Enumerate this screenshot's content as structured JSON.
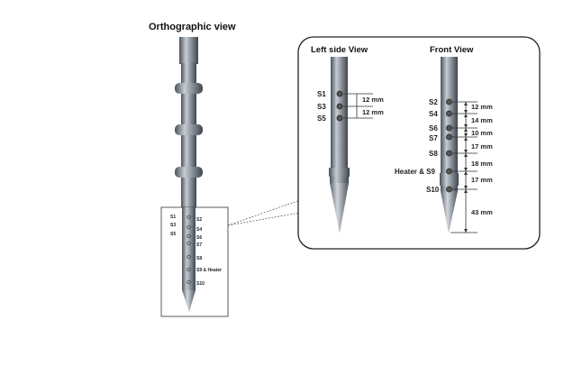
{
  "overview": {
    "title": "Orthographic view",
    "labels_left": [
      "S1",
      "S3",
      "S5"
    ],
    "labels_right": [
      "S2",
      "S4",
      "S6",
      "S7",
      "S8",
      "S9 & Heater",
      "S10"
    ]
  },
  "left_view": {
    "title": "Left side View",
    "sensors": [
      "S1",
      "S3",
      "S5"
    ],
    "dims": [
      "12 mm",
      "12 mm"
    ]
  },
  "front_view": {
    "title": "Front View",
    "sensors": [
      "S2",
      "S4",
      "S6",
      "S7",
      "S8",
      "Heater & S9",
      "S10"
    ],
    "dims": [
      "12 mm",
      "14 mm",
      "10 mm",
      "17 mm",
      "18 mm",
      "17 mm",
      "43 mm"
    ]
  },
  "colors": {
    "probe_dark": "#4a525b",
    "probe_light": "#c7ccd2",
    "panel_border": "#222222",
    "dim_line": "#333333"
  }
}
